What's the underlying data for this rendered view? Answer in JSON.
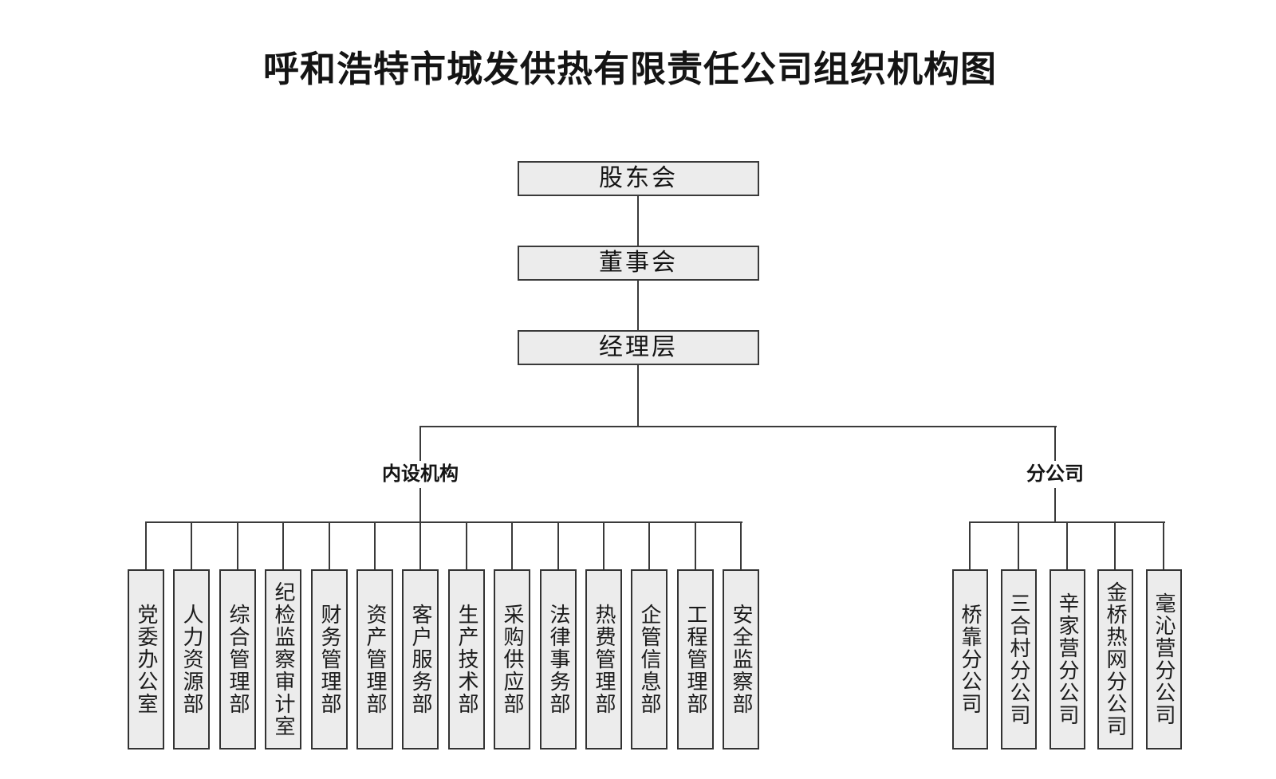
{
  "title": "呼和浩特市城发供热有限责任公司组织机构图",
  "org": {
    "top_levels": [
      {
        "label": "股东会"
      },
      {
        "label": "董事会"
      },
      {
        "label": "经理层"
      }
    ],
    "groups": [
      {
        "label": "内设机构",
        "children": [
          "党委办公室",
          "人力资源部",
          "综合管理部",
          "纪检监察审计室",
          "财务管理部",
          "资产管理部",
          "客户服务部",
          "生产技术部",
          "采购供应部",
          "法律事务部",
          "热费管理部",
          "企管信息部",
          "工程管理部",
          "安全监察部"
        ]
      },
      {
        "label": "分公司",
        "children": [
          "桥靠分公司",
          "三合村分公司",
          "辛家营分公司",
          "金桥热网分公司",
          "毫沁营分公司"
        ]
      }
    ]
  },
  "colors": {
    "background": "#ffffff",
    "box_fill": "#ececec",
    "box_border": "#3a3a3a",
    "line": "#3a3a3a",
    "text": "#141414"
  }
}
